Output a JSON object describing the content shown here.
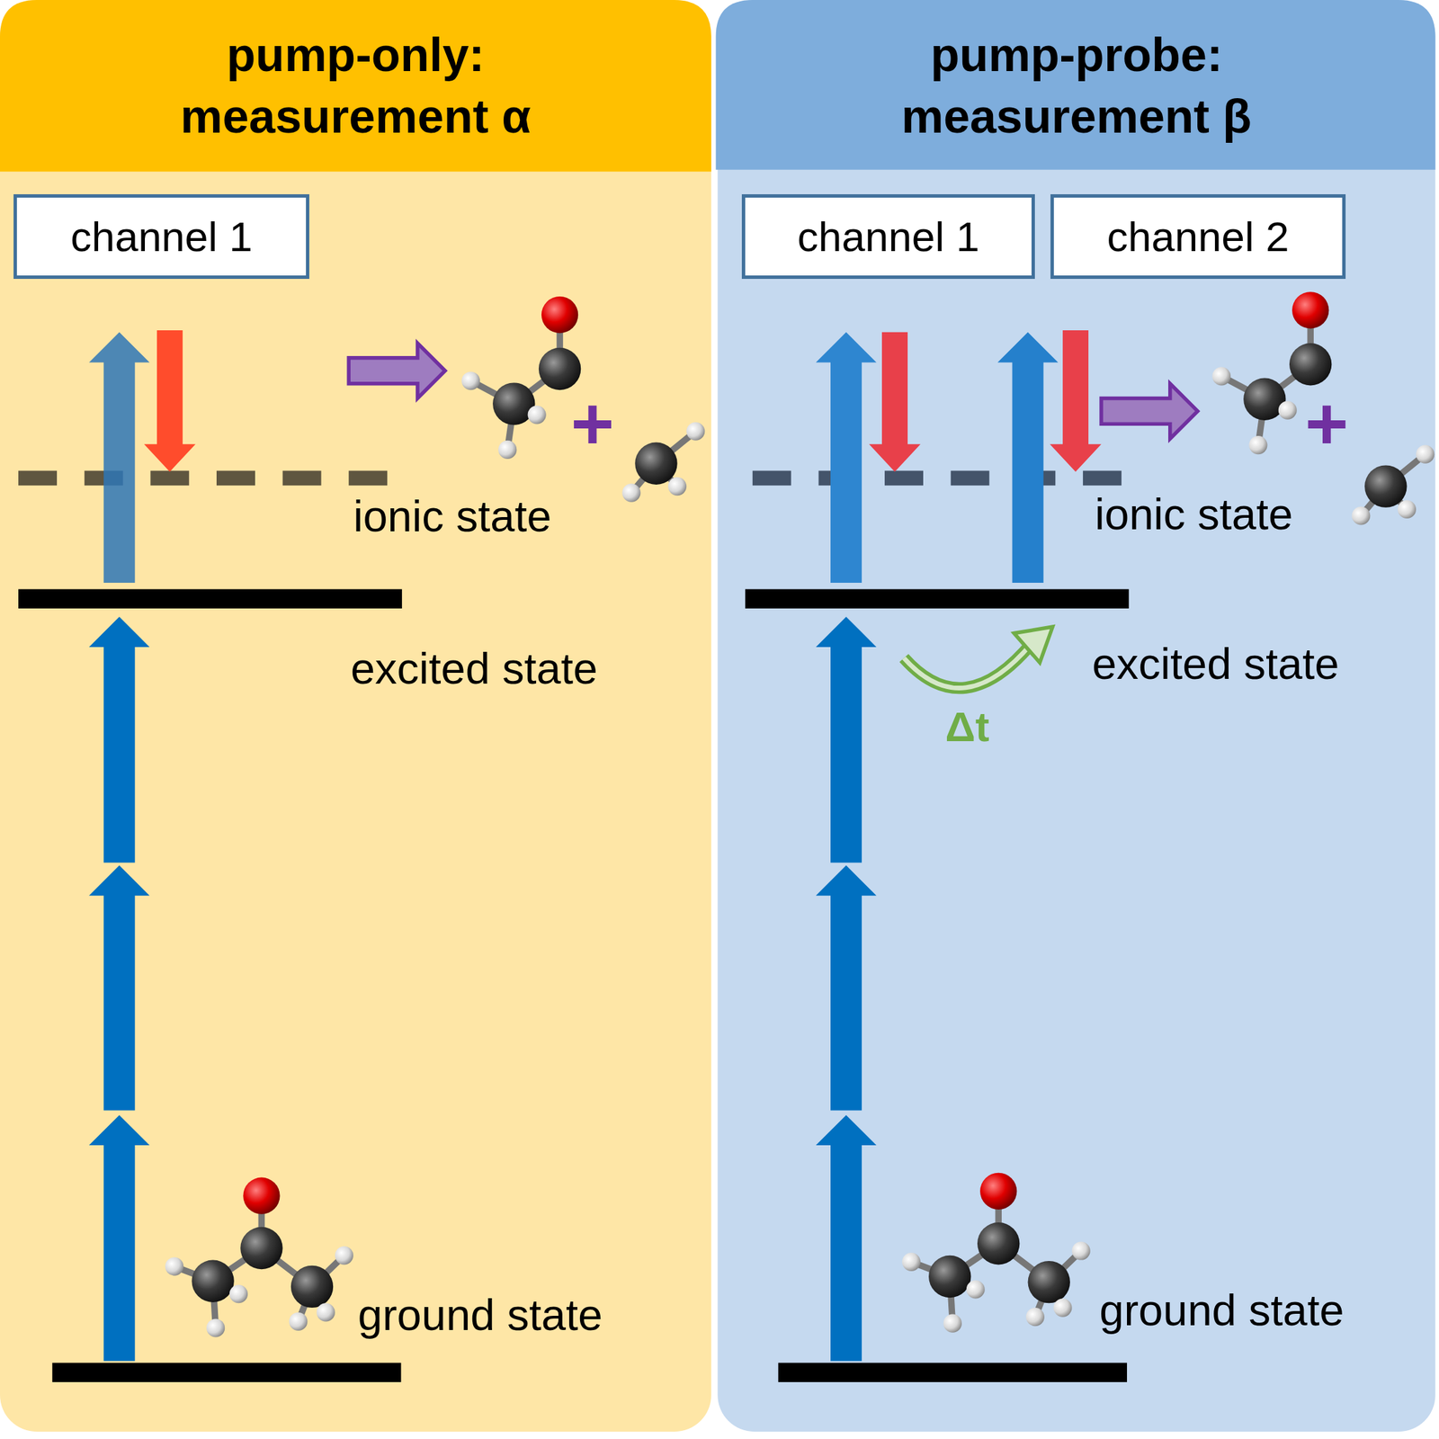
{
  "diagram": {
    "nodes": [
      {
        "text": [
          "pump-only: measurement α"
        ]
      },
      {
        "text": [
          "channel 1"
        ],
        "in": 0
      },
      {
        "text": [
          "pump-probe: measurement β"
        ]
      },
      {
        "text": [
          "channel 1"
        ],
        "in": 2
      },
      {
        "text": [
          "channel 2"
        ],
        "in": 2
      }
    ],
    "labels": [
      "ionic state",
      "+",
      "excited state",
      "ground state",
      "ionic state",
      "+",
      "excited state",
      "Δt",
      "ground state"
    ]
  }
}
